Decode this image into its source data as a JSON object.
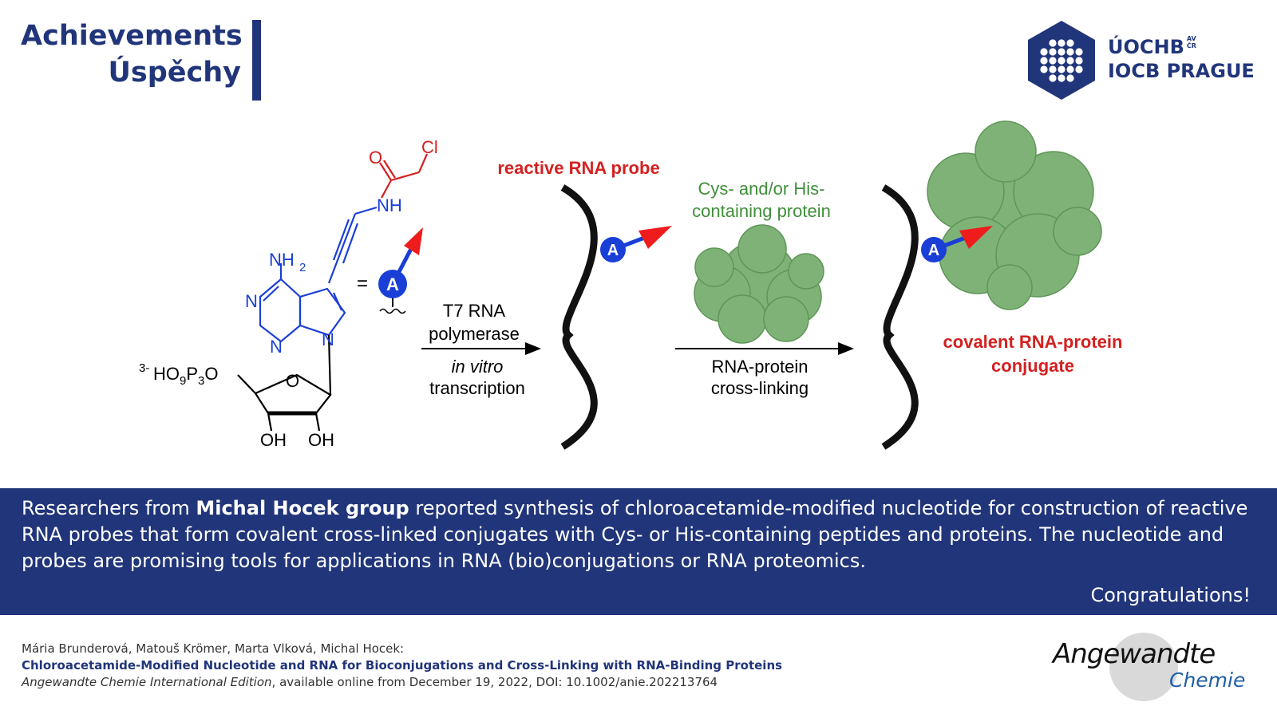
{
  "header": {
    "line1": "Achievements",
    "line2": "Úspěchy"
  },
  "logo": {
    "line1": "ÚOCHB",
    "av": "AV",
    "cr": "ČR",
    "line2": "IOCB PRAGUE"
  },
  "diagram": {
    "atom_o": "O",
    "atom_cl": "Cl",
    "atom_nh": "NH",
    "atom_nh2": "NH",
    "nh2_sub": "2",
    "atom_n1": "N",
    "atom_n2": "N",
    "atom_n3": "N",
    "ring_o": "O",
    "phosphate_sup": "3-",
    "phosphate_text": "HO",
    "phosphate_9": "9",
    "phosphate_p": "P",
    "phosphate_3": "3",
    "phosphate_o": "O",
    "oh1": "OH",
    "oh2": "OH",
    "equals": "=",
    "a_label": "A",
    "a_label2": "A",
    "a_label3": "A",
    "reactive_probe": "reactive RNA probe",
    "arrow1_line1": "T7 RNA",
    "arrow1_line2": "polymerase",
    "arrow1_line3": "in vitro",
    "arrow1_line4": "transcription",
    "protein_line1": "Cys- and/or His-",
    "protein_line2": "containing protein",
    "arrow2_line1": "RNA-protein",
    "arrow2_line2": "cross-linking",
    "conjugate_line1": "covalent RNA-protein",
    "conjugate_line2": "conjugate"
  },
  "banner": {
    "pre": "Researchers from ",
    "bold": "Michal Hocek group",
    "post": " reported synthesis of chloroacetamide-modified nucleotide for construction of reactive RNA probes that form covalent cross-linked conjugates with Cys- or His-containing peptides and proteins. The nucleotide and probes are promising tools for applications in RNA (bio)conjugations or RNA proteomics.",
    "congrats": "Congratulations!"
  },
  "citation": {
    "authors": "Mária Brunderová, Matouš Krömer, Marta Vlková, Michal Hocek:",
    "title": "Chloroacetamide-Modified Nucleotide and RNA for Bioconjugations and Cross-Linking with RNA-Binding Proteins",
    "journal": "Angewandte Chemie International Edition",
    "details": ", available online from December 19, 2022, DOI: 10.1002/anie.202213764"
  },
  "journal_logo": {
    "line1": "Angewandte",
    "line2": "Chemie"
  },
  "colors": {
    "navy": "#21357a",
    "red": "#d42020",
    "green": "#3f8f3a",
    "blue": "#1a3fd6",
    "protein": "#7fb277"
  }
}
